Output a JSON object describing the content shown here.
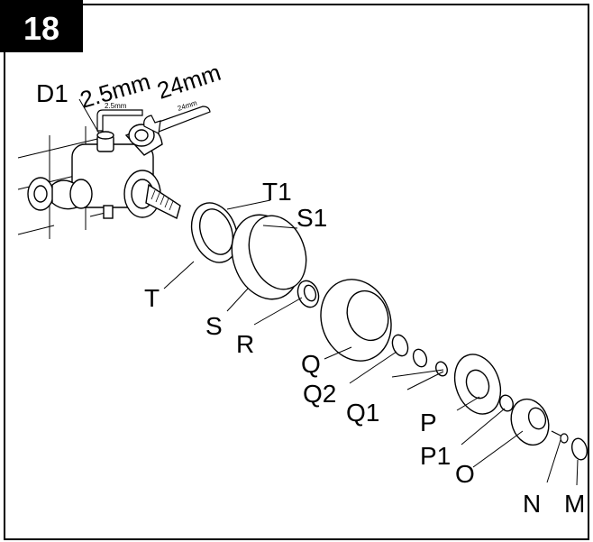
{
  "step_number": "18",
  "tools": {
    "hex_key": "2.5mm",
    "hex_key_small": "2.5mm",
    "spanner": "24mm",
    "spanner_small": "24mm"
  },
  "labels": {
    "D1": "D1",
    "T1": "T1",
    "S1": "S1",
    "T": "T",
    "S": "S",
    "R": "R",
    "Q": "Q",
    "Q2": "Q2",
    "Q1": "Q1",
    "P": "P",
    "P1": "P1",
    "O": "O",
    "N": "N",
    "M": "M"
  }
}
